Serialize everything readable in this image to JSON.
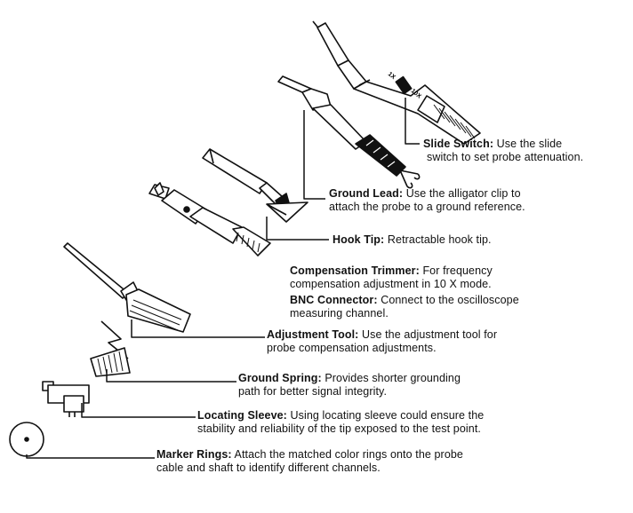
{
  "parts": [
    {
      "title": "Slide Switch:",
      "line1": " Use the slide",
      "line2": "switch to set probe attenuation."
    },
    {
      "title": "Ground Lead:",
      "line1": " Use the alligator clip to",
      "line2": "attach the probe to a ground reference."
    },
    {
      "title": "Hook Tip:",
      "line1": " Retractable hook tip.",
      "line2": ""
    },
    {
      "title": "Compensation Trimmer:",
      "line1": " For frequency",
      "line2": "compensation adjustment in 10 X mode."
    },
    {
      "title": "BNC Connector:",
      "line1": " Connect to the oscilloscope",
      "line2": "measuring channel."
    },
    {
      "title": "Adjustment Tool:",
      "line1": " Use the adjustment tool for",
      "line2": "probe compensation adjustments."
    },
    {
      "title": "Ground Spring:",
      "line1": " Provides shorter grounding",
      "line2": "path for better signal integrity."
    },
    {
      "title": "Locating Sleeve:",
      "line1": " Using locating sleeve could ensure the",
      "line2": "stability and reliability of the tip exposed to the test point."
    },
    {
      "title": "Marker Rings:",
      "line1": " Attach the matched color rings onto the probe",
      "line2": "cable and shaft to identify different channels."
    }
  ],
  "switch_marks": {
    "left": "1X",
    "right": "10X"
  },
  "colors": {
    "ink": "#111111",
    "background": "#ffffff"
  }
}
